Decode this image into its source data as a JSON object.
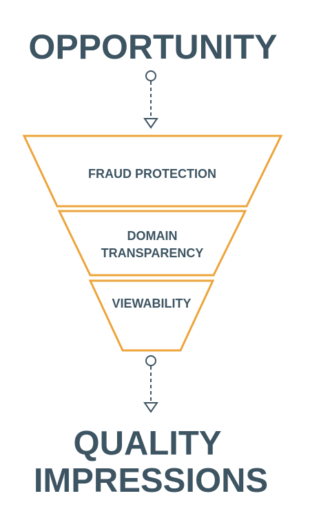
{
  "top_label": "OPPORTUNITY",
  "stages": [
    {
      "lines": [
        "FRAUD PROTECTION"
      ]
    },
    {
      "lines": [
        "DOMAIN",
        "TRANSPARENCY"
      ]
    },
    {
      "lines": [
        "VIEWABILITY"
      ]
    }
  ],
  "bottom_label": {
    "line1": "QUALITY",
    "line2": "IMPRESSIONS"
  },
  "colors": {
    "text": "#3d5462",
    "funnel_stroke": "#eda43b",
    "connector": "#3d5462",
    "background": "#ffffff"
  },
  "icons": {
    "connector_start": "circle-node-icon",
    "connector_end": "down-arrow-icon"
  }
}
